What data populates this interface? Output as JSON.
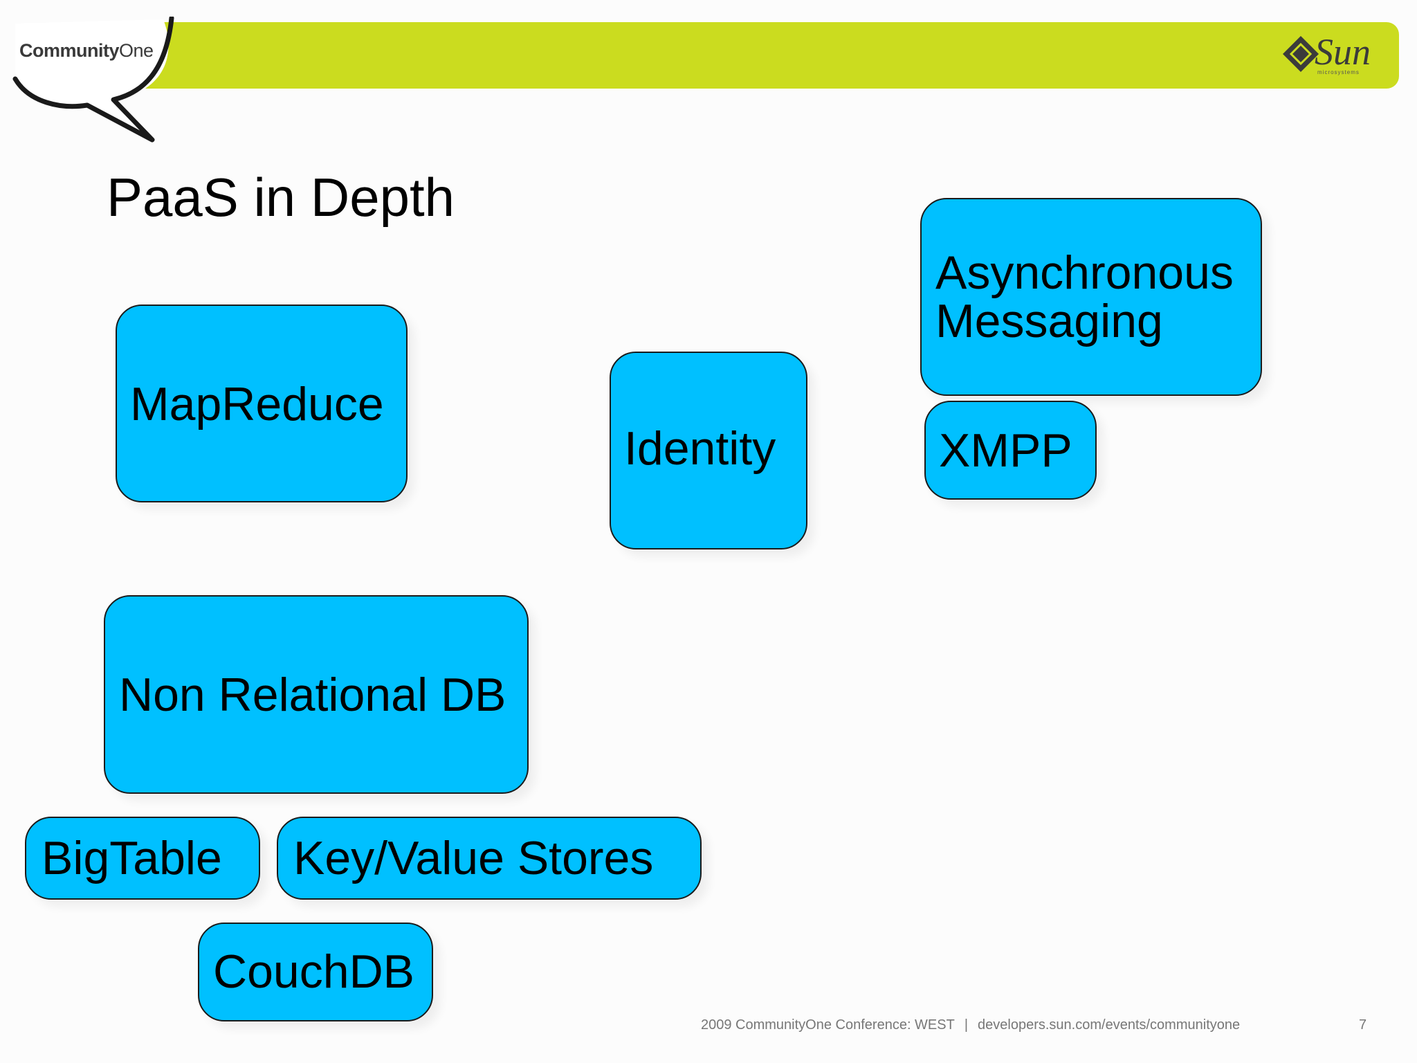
{
  "header": {
    "logo_bold": "Community",
    "logo_light": "One",
    "sun_wordmark": "Sun",
    "sun_sub": "microsystems",
    "bar_color": "#cbdc1f"
  },
  "slide": {
    "title": "PaaS in Depth"
  },
  "boxes": {
    "mapreduce": "MapReduce",
    "identity": "Identity",
    "async_line1": "Asynchronous",
    "async_line2": "Messaging",
    "xmpp": "XMPP",
    "nonrel": "Non Relational DB",
    "bigtable": "BigTable",
    "kvstores": "Key/Value Stores",
    "couchdb": "CouchDB",
    "fill_color": "#00c0ff"
  },
  "footer": {
    "conference": "2009 CommunityOne Conference: WEST",
    "separator": "|",
    "url": "developers.sun.com/events/communityone",
    "page": "7"
  }
}
